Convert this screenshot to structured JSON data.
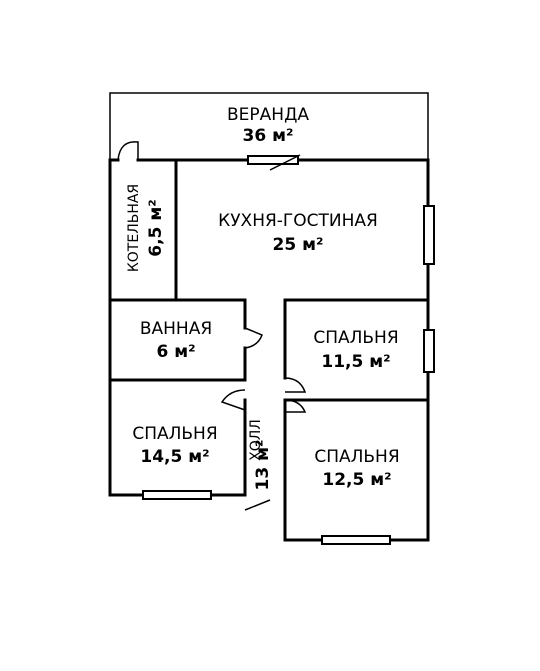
{
  "rooms": {
    "veranda": {
      "name": "ВЕРАНДА",
      "area": "36 м²"
    },
    "boiler": {
      "name": "КОТЕЛЬНАЯ",
      "area": "6,5 м²"
    },
    "kitchen": {
      "name": "КУХНЯ-ГОСТИНАЯ",
      "area": "25 м²"
    },
    "bathroom": {
      "name": "ВАННАЯ",
      "area": "6 м²"
    },
    "bedroom_right_top": {
      "name": "СПАЛЬНЯ",
      "area": "11,5 м²"
    },
    "bedroom_left": {
      "name": "СПАЛЬНЯ",
      "area": "14,5 м²"
    },
    "hall": {
      "name": "ХОЛЛ",
      "area": "13 м²"
    },
    "bedroom_right_bottom": {
      "name": "СПАЛЬНЯ",
      "area": "12,5 м²"
    }
  }
}
